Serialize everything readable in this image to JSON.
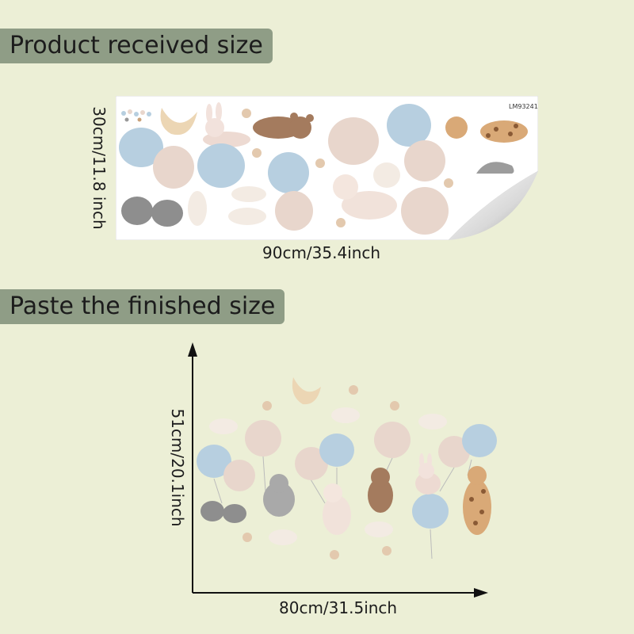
{
  "labels": {
    "received": "Product received size",
    "finished": "Paste the finished size"
  },
  "sheet": {
    "code": "LM93241",
    "width_label": "90cm/35.4inch",
    "height_label": "30cm/11.8 inch"
  },
  "finished": {
    "width_label": "80cm/31.5inch",
    "height_label": "51cm/20.1inch"
  },
  "colors": {
    "background": "#ecefd6",
    "label_bg": "#8f9d86",
    "balloon_blue": "#b7cfe0",
    "balloon_beige": "#e8d6cc"
  }
}
